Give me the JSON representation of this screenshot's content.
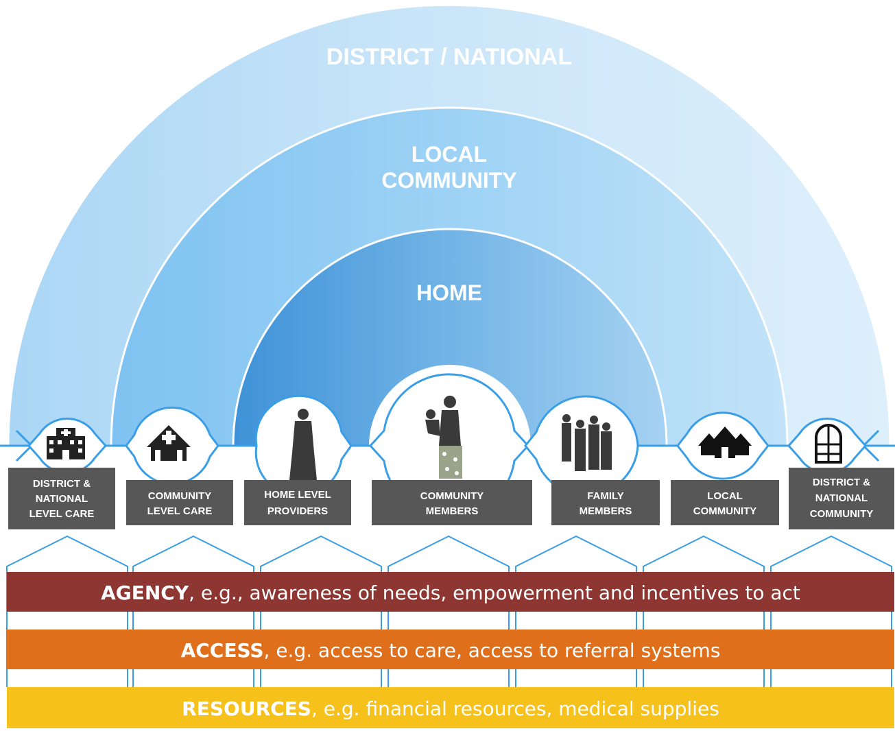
{
  "arcs": {
    "outer": "DISTRICT / NATIONAL",
    "middle_line1": "LOCAL",
    "middle_line2": "COMMUNITY",
    "inner": "HOME"
  },
  "nodes": [
    {
      "label_lines": [
        "DISTRICT &",
        "NATIONAL",
        "LEVEL CARE"
      ],
      "icon": "hospital-icon"
    },
    {
      "label_lines": [
        "COMMUNITY",
        "LEVEL CARE"
      ],
      "icon": "clinic-icon"
    },
    {
      "label_lines": [
        "HOME LEVEL",
        "PROVIDERS"
      ],
      "icon": "person-icon"
    },
    {
      "label_lines": [
        "COMMUNITY",
        "MEMBERS"
      ],
      "icon": "mother-child-icon"
    },
    {
      "label_lines": [
        "FAMILY",
        "MEMBERS"
      ],
      "icon": "family-icon"
    },
    {
      "label_lines": [
        "LOCAL",
        "COMMUNITY"
      ],
      "icon": "houses-icon"
    },
    {
      "label_lines": [
        "DISTRICT &",
        "NATIONAL",
        "COMMUNITY"
      ],
      "icon": "window-icon"
    }
  ],
  "bands": [
    {
      "lead": "AGENCY",
      "rest": ", e.g., awareness of needs, empowerment and incentives to act",
      "color": "#8e3632"
    },
    {
      "lead": "ACCESS",
      "rest": ", e.g. access to care, access to referral systems",
      "color": "#e06f1c"
    },
    {
      "lead": "RESOURCES",
      "rest": ", e.g. financial resources, medical supplies",
      "color": "#f5c11a"
    }
  ],
  "colors": {
    "outer_arc": "#c5e4f8",
    "middle_arc": "#93cdf3",
    "inner_arc": "#4f9fdc",
    "line_blue": "#3a9ee6",
    "label_box": "#575757"
  }
}
